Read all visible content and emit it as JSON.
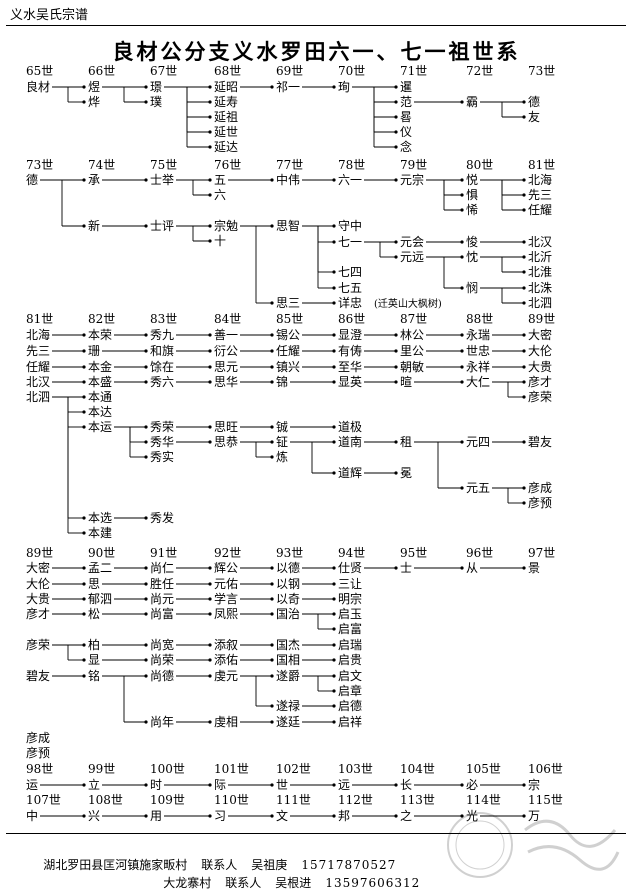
{
  "header": {
    "title": "义水吴氏宗谱"
  },
  "doc_title": "良材公分支义水罗田六一、七一祖世系",
  "generations": [
    {
      "label": "65世"
    },
    {
      "label": "66世"
    },
    {
      "label": "67世"
    },
    {
      "label": "68世"
    },
    {
      "label": "69世"
    },
    {
      "label": "70世"
    },
    {
      "label": "71世"
    },
    {
      "label": "72世"
    },
    {
      "label": "73世"
    },
    {
      "label": "73世"
    },
    {
      "label": "74世"
    },
    {
      "label": "75世"
    },
    {
      "label": "76世"
    },
    {
      "label": "77世"
    },
    {
      "label": "78世"
    },
    {
      "label": "79世"
    },
    {
      "label": "80世"
    },
    {
      "label": "81世"
    },
    {
      "label": "81世"
    },
    {
      "label": "82世"
    },
    {
      "label": "83世"
    },
    {
      "label": "84世"
    },
    {
      "label": "85世"
    },
    {
      "label": "86世"
    },
    {
      "label": "87世"
    },
    {
      "label": "88世"
    },
    {
      "label": "89世"
    },
    {
      "label": "89世"
    },
    {
      "label": "90世"
    },
    {
      "label": "91世"
    },
    {
      "label": "92世"
    },
    {
      "label": "93世"
    },
    {
      "label": "94世"
    },
    {
      "label": "95世"
    },
    {
      "label": "96世"
    },
    {
      "label": "97世"
    },
    {
      "label": "98世"
    },
    {
      "label": "99世"
    },
    {
      "label": "100世"
    },
    {
      "label": "101世"
    },
    {
      "label": "102世"
    },
    {
      "label": "103世"
    },
    {
      "label": "104世"
    },
    {
      "label": "105世"
    },
    {
      "label": "106世"
    },
    {
      "label": "107世"
    },
    {
      "label": "108世"
    },
    {
      "label": "109世"
    },
    {
      "label": "110世"
    },
    {
      "label": "111世"
    },
    {
      "label": "112世"
    },
    {
      "label": "113世"
    },
    {
      "label": "114世"
    },
    {
      "label": "115世"
    }
  ],
  "names": [
    {
      "name": "良材"
    },
    {
      "name": "煜"
    },
    {
      "name": "烨"
    },
    {
      "name": "璟"
    },
    {
      "name": "璞"
    },
    {
      "name": "延昭"
    },
    {
      "name": "延寿"
    },
    {
      "name": "延祖"
    },
    {
      "name": "延世"
    },
    {
      "name": "延达"
    },
    {
      "name": "祁一"
    },
    {
      "name": "珣"
    },
    {
      "name": "暹"
    },
    {
      "name": "范"
    },
    {
      "name": "晷"
    },
    {
      "name": "仪"
    },
    {
      "name": "念"
    },
    {
      "name": "霸"
    },
    {
      "name": "德"
    },
    {
      "name": "友"
    },
    {
      "name": "德"
    },
    {
      "name": "承"
    },
    {
      "name": "士举"
    },
    {
      "name": "五"
    },
    {
      "name": "六"
    },
    {
      "name": "中伟"
    },
    {
      "name": "六一"
    },
    {
      "name": "元宗"
    },
    {
      "name": "悦"
    },
    {
      "name": "惧"
    },
    {
      "name": "悕"
    },
    {
      "name": "北海"
    },
    {
      "name": "先三"
    },
    {
      "name": "任耀"
    },
    {
      "name": "新"
    },
    {
      "name": "士评"
    },
    {
      "name": "宗勉"
    },
    {
      "name": "十"
    },
    {
      "name": "思智"
    },
    {
      "name": "守中"
    },
    {
      "name": "七一"
    },
    {
      "name": "元会"
    },
    {
      "name": "元远"
    },
    {
      "name": "悛"
    },
    {
      "name": "忱"
    },
    {
      "name": "悯"
    },
    {
      "name": "北汉"
    },
    {
      "name": "北沂"
    },
    {
      "name": "北淮"
    },
    {
      "name": "北洙"
    },
    {
      "name": "北泗"
    },
    {
      "name": "七四"
    },
    {
      "name": "七五"
    },
    {
      "name": "思三"
    },
    {
      "name": "详忠"
    },
    {
      "name": "(迁英山大枫树)"
    },
    {
      "name": "北海"
    },
    {
      "name": "本荣"
    },
    {
      "name": "秀九"
    },
    {
      "name": "善一"
    },
    {
      "name": "锡公"
    },
    {
      "name": "显澄"
    },
    {
      "name": "林公"
    },
    {
      "name": "永瑞"
    },
    {
      "name": "大密"
    },
    {
      "name": "先三"
    },
    {
      "name": "珊"
    },
    {
      "name": "和旗"
    },
    {
      "name": "衍公"
    },
    {
      "name": "任耀"
    },
    {
      "name": "有俦"
    },
    {
      "name": "里公"
    },
    {
      "name": "世忠"
    },
    {
      "name": "大伦"
    },
    {
      "name": "任耀"
    },
    {
      "name": "本金"
    },
    {
      "name": "馀在"
    },
    {
      "name": "思元"
    },
    {
      "name": "镇兴"
    },
    {
      "name": "至华"
    },
    {
      "name": "朝敏"
    },
    {
      "name": "永祥"
    },
    {
      "name": "大贵"
    },
    {
      "name": "北汉"
    },
    {
      "name": "本盛"
    },
    {
      "name": "秀六"
    },
    {
      "name": "思华"
    },
    {
      "name": "锦"
    },
    {
      "name": "显英"
    },
    {
      "name": "暄"
    },
    {
      "name": "大仁"
    },
    {
      "name": "彦才"
    },
    {
      "name": "彦荣"
    },
    {
      "name": "北泗"
    },
    {
      "name": "本通"
    },
    {
      "name": "本达"
    },
    {
      "name": "本运"
    },
    {
      "name": "秀荣"
    },
    {
      "name": "秀华"
    },
    {
      "name": "秀实"
    },
    {
      "name": "思旺"
    },
    {
      "name": "思恭"
    },
    {
      "name": "铖"
    },
    {
      "name": "钲"
    },
    {
      "name": "炼"
    },
    {
      "name": "道极"
    },
    {
      "name": "道南"
    },
    {
      "name": "道辉"
    },
    {
      "name": "租"
    },
    {
      "name": "冕"
    },
    {
      "name": "元四"
    },
    {
      "name": "元五"
    },
    {
      "name": "碧友"
    },
    {
      "name": "彦成"
    },
    {
      "name": "彦预"
    },
    {
      "name": "本选"
    },
    {
      "name": "本建"
    },
    {
      "name": "秀发"
    },
    {
      "name": "大密"
    },
    {
      "name": "孟二"
    },
    {
      "name": "尚仁"
    },
    {
      "name": "辉公"
    },
    {
      "name": "以德"
    },
    {
      "name": "仕贤"
    },
    {
      "name": "士"
    },
    {
      "name": "从"
    },
    {
      "name": "景"
    },
    {
      "name": "大伦"
    },
    {
      "name": "思"
    },
    {
      "name": "胜任"
    },
    {
      "name": "元佑"
    },
    {
      "name": "以钢"
    },
    {
      "name": "三让"
    },
    {
      "name": "大贵"
    },
    {
      "name": "郁泗"
    },
    {
      "name": "尚元"
    },
    {
      "name": "学言"
    },
    {
      "name": "以奇"
    },
    {
      "name": "明宗"
    },
    {
      "name": "彦才"
    },
    {
      "name": "松"
    },
    {
      "name": "尚富"
    },
    {
      "name": "凤熙"
    },
    {
      "name": "国治"
    },
    {
      "name": "启玉"
    },
    {
      "name": "启富"
    },
    {
      "name": "彦荣"
    },
    {
      "name": "柏"
    },
    {
      "name": "显"
    },
    {
      "name": "尚宽"
    },
    {
      "name": "尚荣"
    },
    {
      "name": "添叙"
    },
    {
      "name": "添佑"
    },
    {
      "name": "国杰"
    },
    {
      "name": "国相"
    },
    {
      "name": "启瑞"
    },
    {
      "name": "启贵"
    },
    {
      "name": "碧友"
    },
    {
      "name": "铭"
    },
    {
      "name": "尚德"
    },
    {
      "name": "虔元"
    },
    {
      "name": "遂爵"
    },
    {
      "name": "启文"
    },
    {
      "name": "启章"
    },
    {
      "name": "启德"
    },
    {
      "name": "遂禄"
    },
    {
      "name": "尚年"
    },
    {
      "name": "虔相"
    },
    {
      "name": "遂廷"
    },
    {
      "name": "启祥"
    },
    {
      "name": "彦成"
    },
    {
      "name": "彦预"
    },
    {
      "name": "运"
    },
    {
      "name": "立"
    },
    {
      "name": "时"
    },
    {
      "name": "际"
    },
    {
      "name": "世"
    },
    {
      "name": "远"
    },
    {
      "name": "长"
    },
    {
      "name": "必"
    },
    {
      "name": "宗"
    },
    {
      "name": "中"
    },
    {
      "name": "兴"
    },
    {
      "name": "用"
    },
    {
      "name": "习"
    },
    {
      "name": "文"
    },
    {
      "name": "邦"
    },
    {
      "name": "之"
    },
    {
      "name": "光"
    },
    {
      "name": "万"
    }
  ],
  "footer": {
    "rows": [
      {
        "place": "湖北罗田县匡河镇施家畈村",
        "role": "联系人",
        "name": "吴祖庚",
        "phone": "15717870527"
      },
      {
        "place": "大龙寨村",
        "role": "联系人",
        "name": "吴根进",
        "phone": "13597606312"
      }
    ]
  }
}
